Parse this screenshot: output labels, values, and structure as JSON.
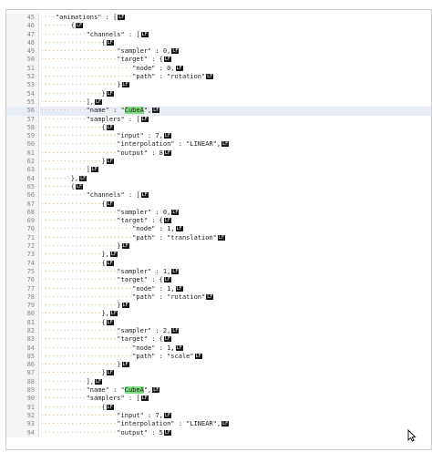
{
  "editor": {
    "eol_marker": "LF",
    "first_line_number": 45,
    "highlight_line": 56,
    "match_term": "CubeA",
    "lines": [
      {
        "indent": 4,
        "parts": [
          {
            "t": "\"animations\" : ["
          }
        ]
      },
      {
        "indent": 8,
        "parts": [
          {
            "t": "{"
          }
        ]
      },
      {
        "indent": 12,
        "parts": [
          {
            "t": "\"channels\" : ["
          }
        ]
      },
      {
        "indent": 16,
        "parts": [
          {
            "t": "{"
          }
        ]
      },
      {
        "indent": 20,
        "parts": [
          {
            "t": "\"sampler\" : 0,"
          }
        ]
      },
      {
        "indent": 20,
        "parts": [
          {
            "t": "\"target\" : {"
          }
        ]
      },
      {
        "indent": 24,
        "parts": [
          {
            "t": "\"node\" : 0,"
          }
        ]
      },
      {
        "indent": 24,
        "parts": [
          {
            "t": "\"path\" : \"rotation\""
          }
        ]
      },
      {
        "indent": 20,
        "parts": [
          {
            "t": "}"
          }
        ]
      },
      {
        "indent": 16,
        "parts": [
          {
            "t": "}"
          }
        ]
      },
      {
        "indent": 12,
        "parts": [
          {
            "t": "],"
          }
        ]
      },
      {
        "indent": 12,
        "parts": [
          {
            "t": "\"name\" : \""
          },
          {
            "t": "CubeA",
            "m": true
          },
          {
            "t": "\","
          }
        ]
      },
      {
        "indent": 12,
        "parts": [
          {
            "t": "\"samplers\" : ["
          }
        ]
      },
      {
        "indent": 16,
        "parts": [
          {
            "t": "{"
          }
        ]
      },
      {
        "indent": 20,
        "parts": [
          {
            "t": "\"input\" : 7,"
          }
        ]
      },
      {
        "indent": 20,
        "parts": [
          {
            "t": "\"interpolation\" : \"LINEAR\","
          }
        ]
      },
      {
        "indent": 20,
        "parts": [
          {
            "t": "\"output\" : 8"
          }
        ]
      },
      {
        "indent": 16,
        "parts": [
          {
            "t": "}"
          }
        ]
      },
      {
        "indent": 12,
        "parts": [
          {
            "t": "]"
          }
        ]
      },
      {
        "indent": 8,
        "parts": [
          {
            "t": "},"
          }
        ]
      },
      {
        "indent": 8,
        "parts": [
          {
            "t": "{"
          }
        ]
      },
      {
        "indent": 12,
        "parts": [
          {
            "t": "\"channels\" : ["
          }
        ]
      },
      {
        "indent": 16,
        "parts": [
          {
            "t": "{"
          }
        ]
      },
      {
        "indent": 20,
        "parts": [
          {
            "t": "\"sampler\" : 0,"
          }
        ]
      },
      {
        "indent": 20,
        "parts": [
          {
            "t": "\"target\" : {"
          }
        ]
      },
      {
        "indent": 24,
        "parts": [
          {
            "t": "\"node\" : 1,"
          }
        ]
      },
      {
        "indent": 24,
        "parts": [
          {
            "t": "\"path\" : \"translation\""
          }
        ]
      },
      {
        "indent": 20,
        "parts": [
          {
            "t": "}"
          }
        ]
      },
      {
        "indent": 16,
        "parts": [
          {
            "t": "},"
          }
        ]
      },
      {
        "indent": 16,
        "parts": [
          {
            "t": "{"
          }
        ]
      },
      {
        "indent": 20,
        "parts": [
          {
            "t": "\"sampler\" : 1,"
          }
        ]
      },
      {
        "indent": 20,
        "parts": [
          {
            "t": "\"target\" : {"
          }
        ]
      },
      {
        "indent": 24,
        "parts": [
          {
            "t": "\"node\" : 1,"
          }
        ]
      },
      {
        "indent": 24,
        "parts": [
          {
            "t": "\"path\" : \"rotation\""
          }
        ]
      },
      {
        "indent": 20,
        "parts": [
          {
            "t": "}"
          }
        ]
      },
      {
        "indent": 16,
        "parts": [
          {
            "t": "},"
          }
        ]
      },
      {
        "indent": 16,
        "parts": [
          {
            "t": "{"
          }
        ]
      },
      {
        "indent": 20,
        "parts": [
          {
            "t": "\"sampler\" : 2,"
          }
        ]
      },
      {
        "indent": 20,
        "parts": [
          {
            "t": "\"target\" : {"
          }
        ]
      },
      {
        "indent": 24,
        "parts": [
          {
            "t": "\"node\" : 1,"
          }
        ]
      },
      {
        "indent": 24,
        "parts": [
          {
            "t": "\"path\" : \"scale\""
          }
        ]
      },
      {
        "indent": 20,
        "parts": [
          {
            "t": "}"
          }
        ]
      },
      {
        "indent": 16,
        "parts": [
          {
            "t": "}"
          }
        ]
      },
      {
        "indent": 12,
        "parts": [
          {
            "t": "],"
          }
        ]
      },
      {
        "indent": 12,
        "parts": [
          {
            "t": "\"name\" : \""
          },
          {
            "t": "CubeA",
            "m": true
          },
          {
            "t": "\","
          }
        ]
      },
      {
        "indent": 12,
        "parts": [
          {
            "t": "\"samplers\" : ["
          }
        ]
      },
      {
        "indent": 16,
        "parts": [
          {
            "t": "{"
          }
        ]
      },
      {
        "indent": 20,
        "parts": [
          {
            "t": "\"input\" : 7,"
          }
        ]
      },
      {
        "indent": 20,
        "parts": [
          {
            "t": "\"interpolation\" : \"LINEAR\","
          }
        ]
      },
      {
        "indent": 20,
        "parts": [
          {
            "t": "\"output\" : 5"
          }
        ]
      }
    ]
  }
}
